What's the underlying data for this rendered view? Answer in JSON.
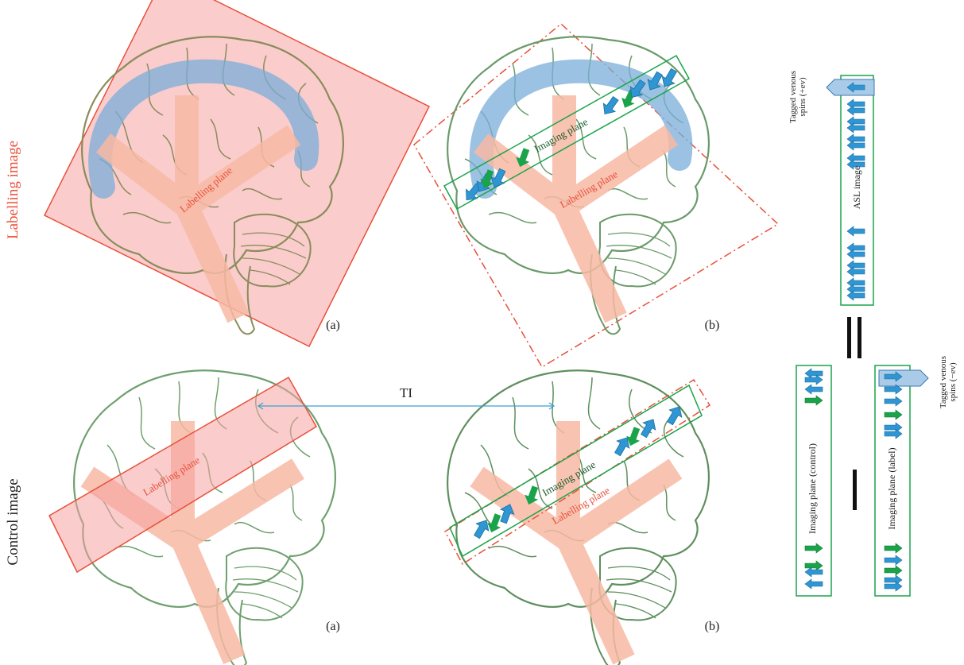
{
  "rows": {
    "top": {
      "label": "Labelling image",
      "color": "#e8503a"
    },
    "bottom": {
      "label": "Control image",
      "color": "#222222"
    }
  },
  "panels": {
    "top_a": {
      "caption": "(a)",
      "plane_label": "Labelling plane"
    },
    "top_b": {
      "caption": "(b)",
      "imaging_label": "Imaging plane",
      "plane_label": "Labelling plane"
    },
    "bottom_a": {
      "caption": "(a)",
      "plane_label": "Labelling plane"
    },
    "bottom_b": {
      "caption": "(b)",
      "imaging_label": "Imaging plane",
      "plane_label": "Labelling plane"
    }
  },
  "ti_label": "TI",
  "right_panel": {
    "asl_label": "ASL image",
    "tagged_pos_line1": "Tagged venous",
    "tagged_pos_line2": "spins (+ev)",
    "tagged_neg_line1": "Tagged venous",
    "tagged_neg_line2": "spins (−ev)",
    "control_label": "Imaging plane (control)",
    "label_label": "Imaging plane (label)"
  },
  "colors": {
    "label_red": "#e8503a",
    "plane_fill": "#f6a3a3",
    "vessel_pink": "#f7b9a3",
    "vessel_blue": "#7aaed8",
    "arrow_blue": "#2f95d3",
    "arrow_green": "#1aa34a",
    "box_green": "#1aa34a",
    "brain_outline_olive": "#8a8c5a",
    "brain_outline_green": "#6a9a6a",
    "ti_line": "#3aa0d0"
  }
}
